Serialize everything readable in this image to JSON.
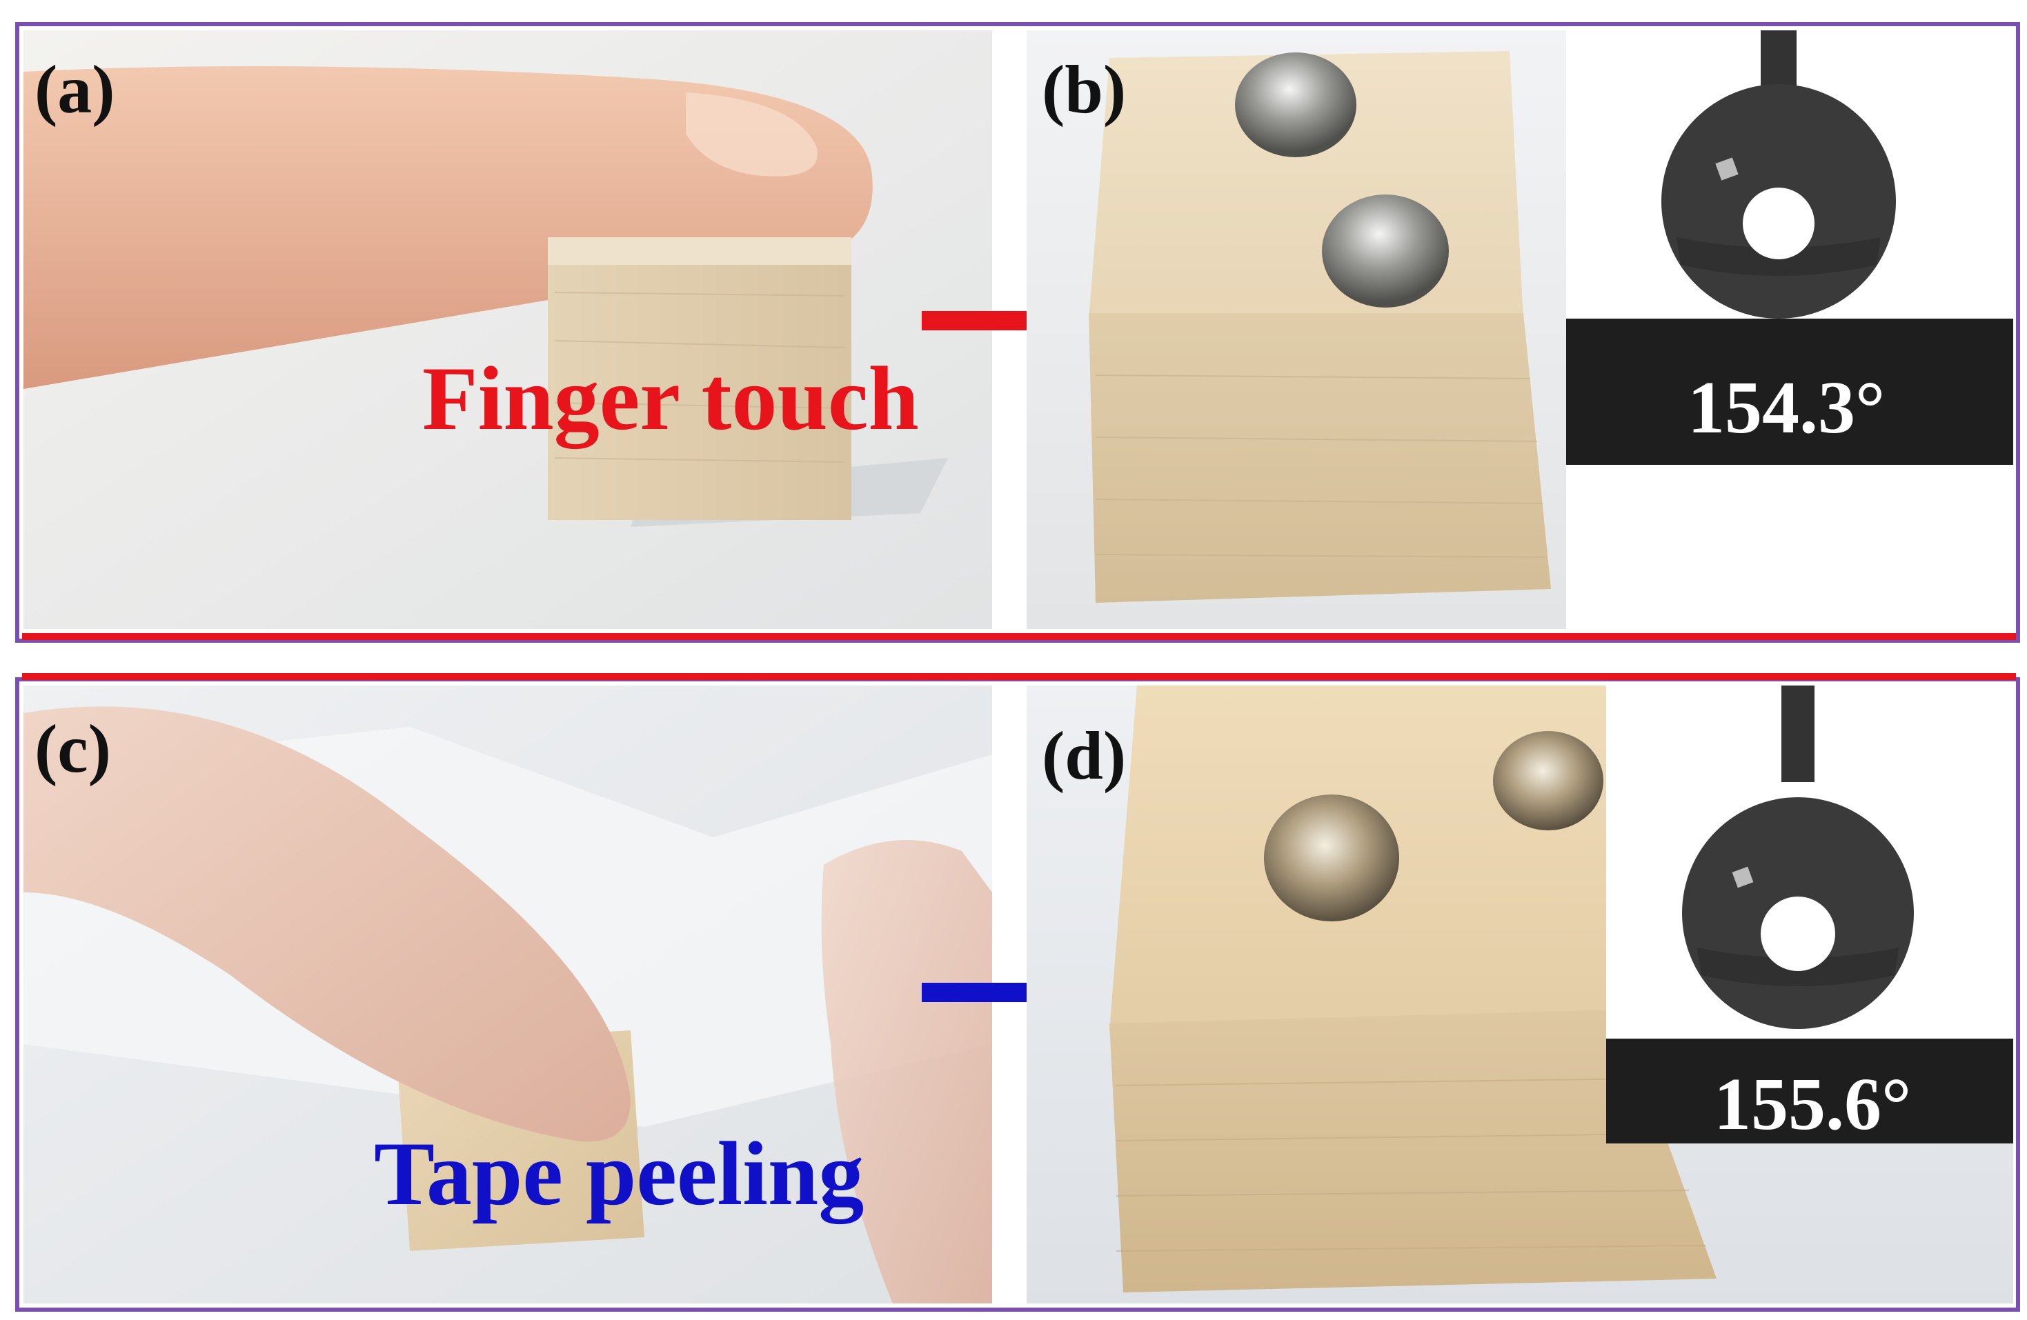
{
  "figure": {
    "border_color": "#7b4fb0",
    "separator_color": "#e8141b",
    "panels": [
      {
        "label": "(a)",
        "caption": "Finger touch",
        "caption_color": "#e8141b",
        "arrow_color": "#e8141b"
      },
      {
        "label": "(b)",
        "contact_angle": "154.3°"
      },
      {
        "label": "(c)",
        "caption": "Tape peeling",
        "caption_color": "#1010c8",
        "arrow_color": "#1010c8"
      },
      {
        "label": "(d)",
        "contact_angle": "155.6°"
      }
    ]
  }
}
